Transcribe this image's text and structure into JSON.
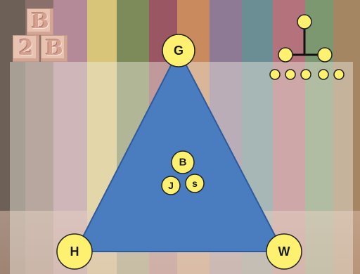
{
  "logo": {
    "blocks": [
      "B",
      "2",
      "B"
    ]
  },
  "triangle": {
    "apexes": [
      {
        "id": "G",
        "label": "G"
      },
      {
        "id": "H",
        "label": "H"
      },
      {
        "id": "W",
        "label": "W"
      }
    ],
    "fill_color": "#4a7cc0",
    "stroke_color": "#2e5a9c"
  },
  "inner_nodes": [
    {
      "id": "B",
      "label": "B"
    },
    {
      "id": "J",
      "label": "J"
    },
    {
      "id": "S",
      "label": "s"
    }
  ],
  "node_color": "#fff170",
  "node_stroke": "#222222",
  "hierarchy_icon": {
    "top_count": 1,
    "middle_count": 2,
    "bottom_count": 5
  }
}
